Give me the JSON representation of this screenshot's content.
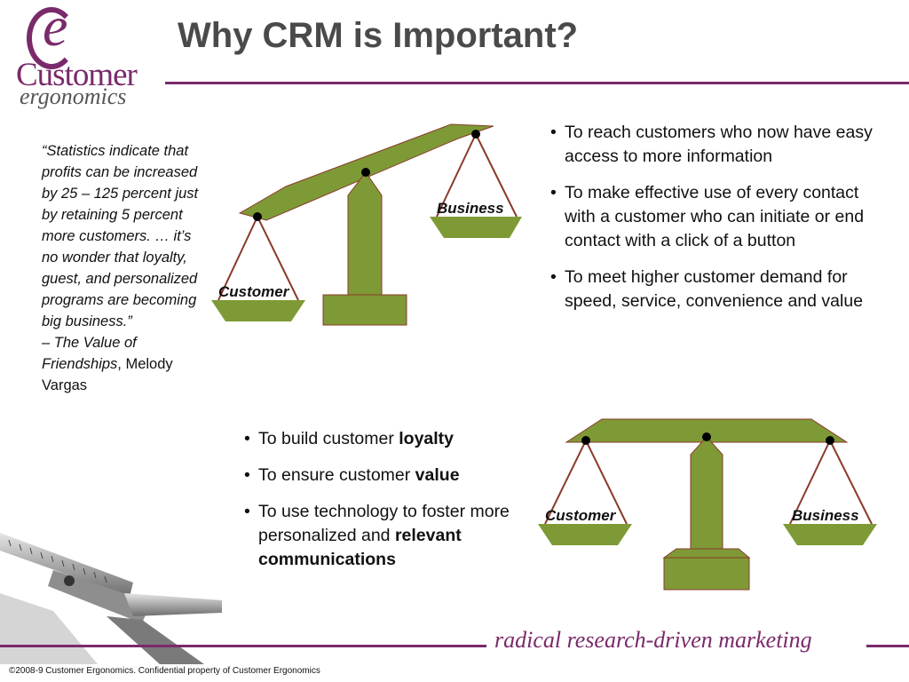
{
  "logo": {
    "letter": "e",
    "line1": "Customer",
    "line2": "ergonomics"
  },
  "title": "Why CRM is Important?",
  "quote": {
    "text": "“Statistics indicate that profits can be increased by 25 – 125 percent just by retaining 5 percent more customers.  … it’s no wonder that loyalty, guest, and personalized programs are becoming big business.”",
    "attribution_prefix": "– ",
    "attribution_title": "The Value of Friendships",
    "attribution_author": ", Melody Vargas"
  },
  "scale_top": {
    "left_pan_label": "Customer",
    "right_pan_label": "Business"
  },
  "scale_bottom": {
    "left_pan_label": "Customer",
    "right_pan_label": "Business"
  },
  "right_bullets": [
    "To reach customers who now have easy access to more information",
    "To make effective use of every contact with a customer who can initiate or end contact with a click of a button",
    "To meet higher customer demand for speed, service, convenience and value"
  ],
  "mid_bullets": [
    {
      "prefix": "To build customer ",
      "bold": "loyalty"
    },
    {
      "prefix": "To ensure customer ",
      "bold": "value"
    },
    {
      "prefix": "To use technology to foster more personalized and ",
      "bold": "relevant communications"
    }
  ],
  "tagline": "radical research-driven marketing",
  "footer": "©2008-9 Customer Ergonomics. Confidential property of Customer Ergonomics",
  "colors": {
    "brand": "#7a2a6a",
    "scale_fill": "#7e9a36",
    "scale_stroke": "#8a3a2a"
  }
}
